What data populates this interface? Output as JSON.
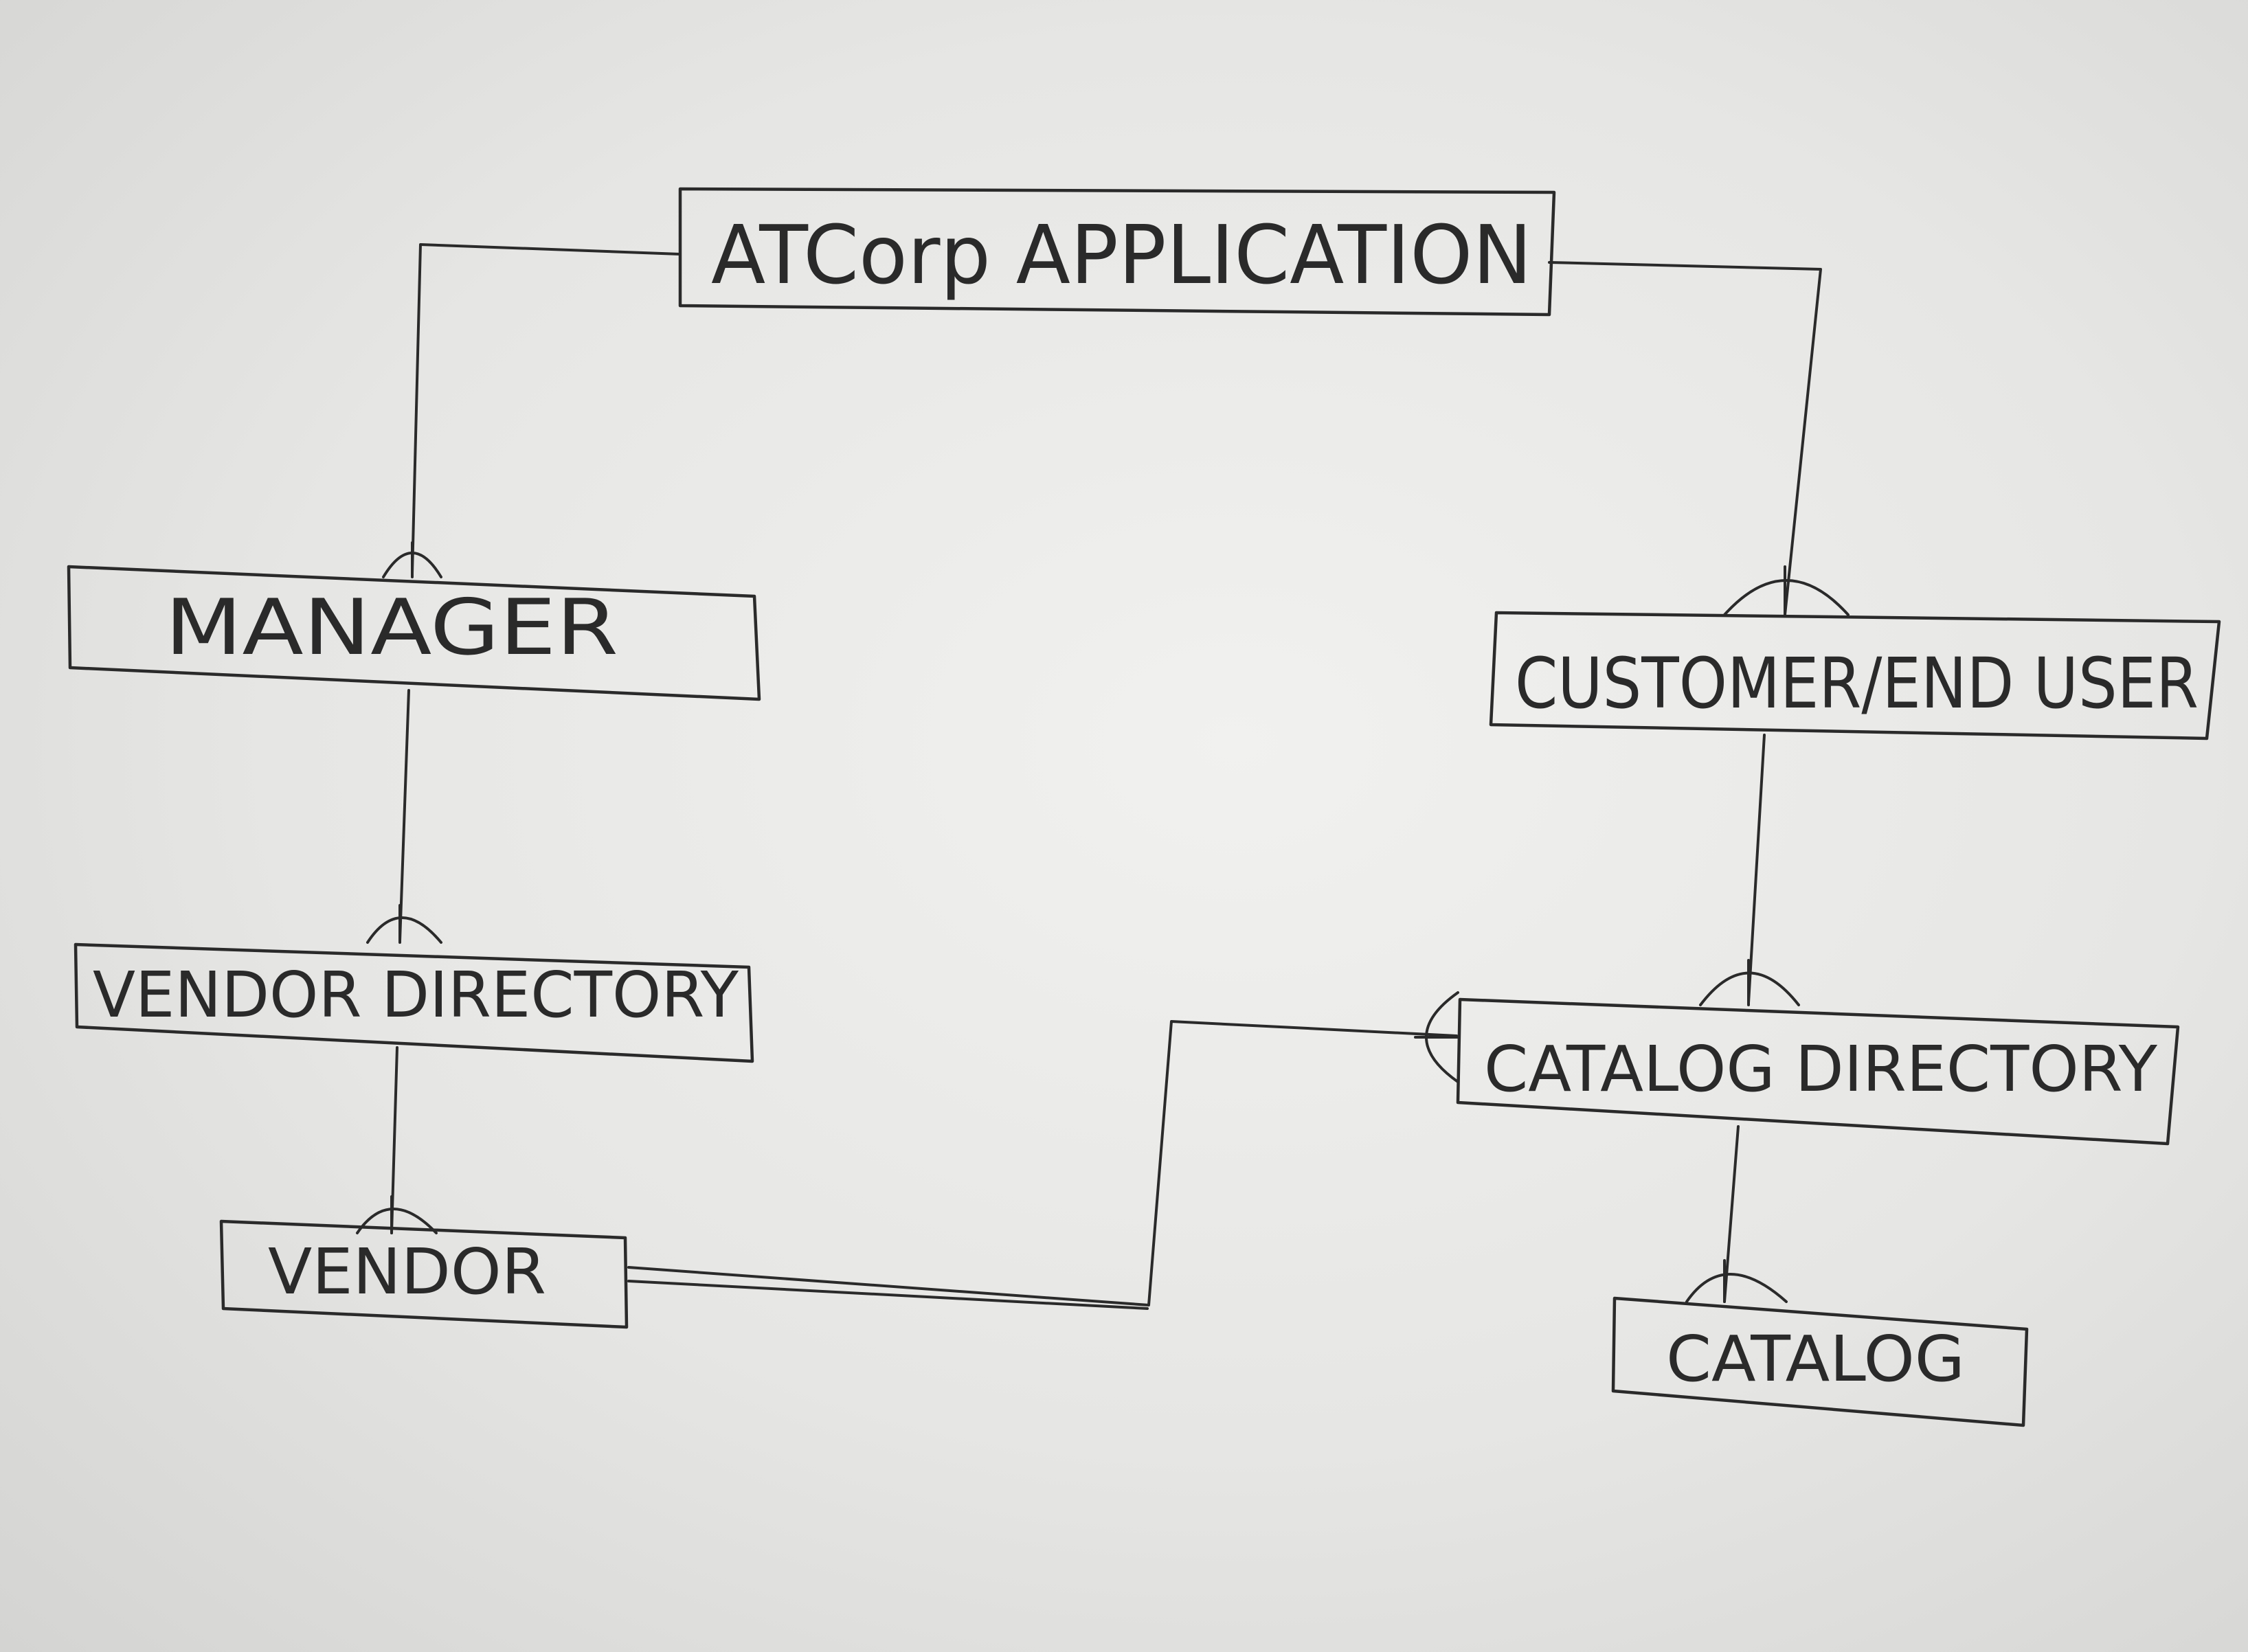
{
  "entities": {
    "atcorp": {
      "label": "ATCorp APPLICATION"
    },
    "manager": {
      "label": "MANAGER"
    },
    "customer": {
      "label": "CUSTOMER/END USER"
    },
    "vendor_directory": {
      "label": "VENDOR DIRECTORY"
    },
    "catalog_directory": {
      "label": "CATALOG DIRECTORY"
    },
    "vendor": {
      "label": "VENDOR"
    },
    "catalog": {
      "label": "CATALOG"
    }
  },
  "relationships": [
    {
      "from": "atcorp",
      "to": "manager",
      "cardinality": "one-to-many"
    },
    {
      "from": "atcorp",
      "to": "customer",
      "cardinality": "one-to-many"
    },
    {
      "from": "manager",
      "to": "vendor_directory",
      "cardinality": "one-to-many"
    },
    {
      "from": "vendor_directory",
      "to": "vendor",
      "cardinality": "one-to-many"
    },
    {
      "from": "customer",
      "to": "catalog_directory",
      "cardinality": "one-to-many"
    },
    {
      "from": "catalog_directory",
      "to": "catalog",
      "cardinality": "one-to-many"
    },
    {
      "from": "vendor",
      "to": "catalog_directory",
      "cardinality": "one-to-many"
    }
  ],
  "colors": {
    "ink": "#2a2a2a",
    "paper": "#eeeeec"
  }
}
